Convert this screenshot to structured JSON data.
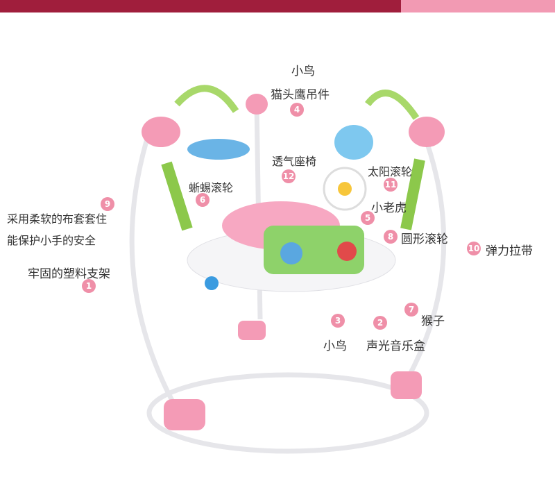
{
  "colors": {
    "banner_dark": "#a01e3c",
    "banner_light": "#f29ab3",
    "badge": "#ef8fa8"
  },
  "labels": [
    {
      "num": "",
      "text": "小鸟"
    },
    {
      "num": "4",
      "text": "猫头鹰吊件"
    },
    {
      "num": "12",
      "text": "透气座椅"
    },
    {
      "num": "11",
      "text": "太阳滚轮"
    },
    {
      "num": "6",
      "text": "蜥蜴滚轮"
    },
    {
      "num": "9",
      "text": "采用柔软的布套套住",
      "text2": "能保护小手的安全"
    },
    {
      "num": "5",
      "text": "小老虎"
    },
    {
      "num": "8",
      "text": "圆形滚轮"
    },
    {
      "num": "10",
      "text": "弹力拉带"
    },
    {
      "num": "1",
      "text": "牢固的塑料支架"
    },
    {
      "num": "3",
      "text": "小鸟"
    },
    {
      "num": "2",
      "text": "声光音乐盒"
    },
    {
      "num": "7",
      "text": "猴子"
    }
  ]
}
